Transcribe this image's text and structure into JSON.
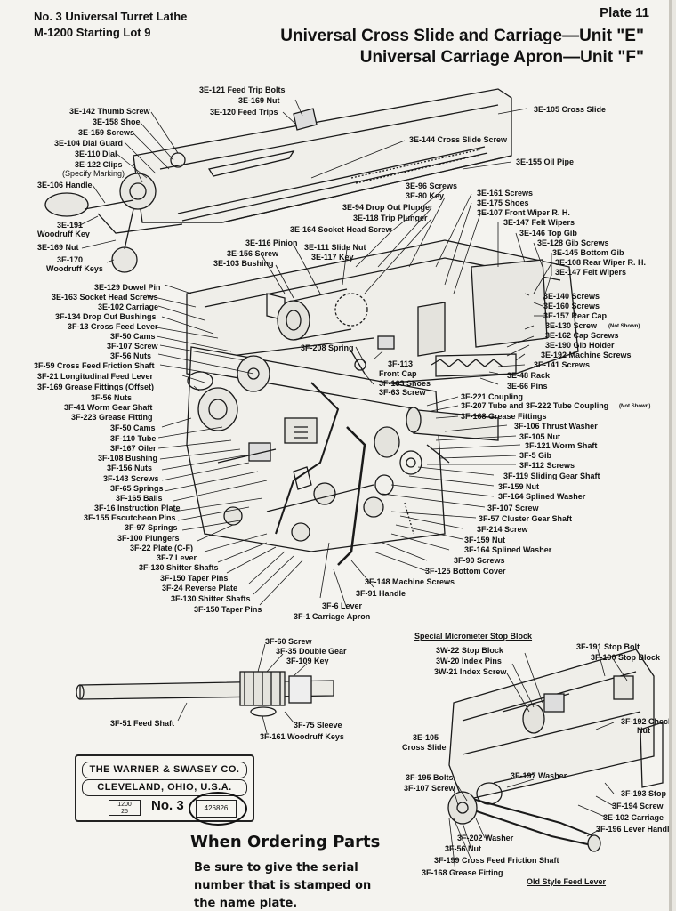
{
  "header": {
    "model": "No. 3 Universal Turret Lathe",
    "lot": "M-1200 Starting Lot 9",
    "plate": "Plate 11",
    "title1": "Universal Cross Slide and Carriage—Unit \"E\"",
    "title2": "Universal Carriage Apron—Unit \"F\""
  },
  "labels": {
    "l1": "3E-121 Feed Trip Bolts",
    "l2": "3E-169 Nut",
    "l3": "3E-120 Feed Trips",
    "l4": "3E-105 Cross Slide",
    "l5": "3E-142 Thumb Screw",
    "l6": "3E-158 Shoe",
    "l7": "3E-159 Screws",
    "l8": "3E-104 Dial Guard",
    "l9": "3E-110 Dial",
    "l10": "3E-122 Clips",
    "l11": "(Specify Marking)",
    "l12": "3E-144 Cross Slide Screw",
    "l13": "3E-155 Oil Pipe",
    "l14": "3E-106 Handle",
    "l15": "3E-96 Screws",
    "l16": "3E-80 Key",
    "l17": "3E-161 Screws",
    "l18": "3E-175 Shoes",
    "l19": "3E-94 Drop Out Plunger",
    "l20": "3E-107 Front Wiper R. H.",
    "l21": "3E-118 Trip Plunger",
    "l22": "3E-147 Felt Wipers",
    "l23": "3E-191",
    "l24": "Woodruff Key",
    "l25": "3E-164 Socket Head Screw",
    "l26": "3E-146 Top Gib",
    "l27": "3E-128 Gib Screws",
    "l28": "3E-169 Nut",
    "l29": "3E-116 Pinion",
    "l30": "3E-111 Slide Nut",
    "l31": "3E-145 Bottom Gib",
    "l32": "3E-170",
    "l33": "3E-156 Screw",
    "l34": "3E-117 Key",
    "l35": "3E-108 Rear Wiper R. H.",
    "l36": "Woodruff Keys",
    "l37": "3E-103 Bushing",
    "l38": "3E-147 Felt Wipers",
    "l39": "3E-129 Dowel Pin",
    "l40": "3E-163 Socket Head Screws",
    "l41": "3E-140 Screws",
    "l42": "3E-102 Carriage",
    "l43": "3E-160 Screws",
    "l44": "3F-134 Drop Out Bushings",
    "l45": "3E-157 Rear Cap",
    "l46": "3F-13 Cross Feed Lever",
    "l47": "3E-130 Screw",
    "l48": "(Not Shown)",
    "l49": "3F-50 Cams",
    "l50": "3E-162 Cap Screws",
    "l51": "3F-107 Screw",
    "l52": "3F-208 Spring",
    "l53": "3E-190 Gib Holder",
    "l54": "3F-56 Nuts",
    "l55": "3E-192 Machine Screws",
    "l56": "3F-59 Cross Feed Friction Shaft",
    "l57": "3F-113",
    "l58": "3E-141 Screws",
    "l59": "3F-21 Longitudinal Feed Lever",
    "l60": "Front Cap",
    "l61": "3E-48 Rack",
    "l62": "3F-169 Grease Fittings (Offset)",
    "l63": "3F-163 Shoes",
    "l64": "3E-66 Pins",
    "l65": "3F-63 Screw",
    "l66": "3F-221 Coupling",
    "l67": "3F-56 Nuts",
    "l68": "3F-207 Tube and 3F-222 Tube Coupling",
    "l69": "(Not Shown)",
    "l70": "3F-41 Worm Gear Shaft",
    "l71": "3F-168 Grease Fittings",
    "l72": "3F-223 Grease Fitting",
    "l73": "3F-106 Thrust Washer",
    "l74": "3F-50 Cams",
    "l75": "3F-105 Nut",
    "l76": "3F-110 Tube",
    "l77": "3F-121 Worm Shaft",
    "l78": "3F-167 Oiler",
    "l79": "3F-5 Gib",
    "l80": "3F-108 Bushing",
    "l81": "3F-112 Screws",
    "l82": "3F-156 Nuts",
    "l83": "3F-119 Sliding Gear Shaft",
    "l84": "3F-143 Screws",
    "l85": "3F-159 Nut",
    "l86": "3F-65 Springs",
    "l87": "3F-164 Splined Washer",
    "l88": "3F-165 Balls",
    "l89": "3F-107 Screw",
    "l90": "3F-16 Instruction Plate",
    "l91": "3F-57 Cluster Gear Shaft",
    "l92": "3F-155 Escutcheon Pins",
    "l93": "3F-214 Screw",
    "l94": "3F-97 Springs",
    "l95": "3F-159 Nut",
    "l96": "3F-100 Plungers",
    "l97": "3F-164 Splined Washer",
    "l98": "3F-22 Plate (C-F)",
    "l99": "3F-90 Screws",
    "l100": "3F-7 Lever",
    "l101": "3F-125 Bottom Cover",
    "l102": "3F-130 Shifter Shafts",
    "l103": "3F-148 Machine Screws",
    "l104": "3F-150 Taper Pins",
    "l105": "3F-24 Reverse Plate",
    "l106": "3F-91 Handle",
    "l107": "3F-130 Shifter Shafts",
    "l108": "3F-6 Lever",
    "l109": "3F-150 Taper Pins",
    "l110": "3F-1 Carriage Apron",
    "l111": "3F-60 Screw",
    "l112": "3F-35 Double Gear",
    "l113": "3F-109 Key",
    "l114": "3F-51 Feed Shaft",
    "l115": "3F-75 Sleeve",
    "l116": "3F-161 Woodruff Keys",
    "l117": "3W-22 Stop Block",
    "l118": "3F-191 Stop Bolt",
    "l119": "3W-20 Index Pins",
    "l120": "3F-190 Stop Block",
    "l121": "3W-21 Index Screw",
    "l122": "3F-192 Check",
    "l123": "Nut",
    "l124": "3E-105",
    "l125": "Cross Slide",
    "l126": "3F-195 Bolts",
    "l127": "3F-197 Washer",
    "l128": "3F-107 Screw",
    "l129": "3F-193 Stop",
    "l130": "3F-194 Screw",
    "l131": "3E-102 Carriage",
    "l132": "3F-196 Lever Handle",
    "l133": "3F-202 Washer",
    "l134": "3F-56 Nut",
    "l135": "3F-199 Cross Feed Friction Shaft",
    "l136": "3F-168 Grease Fitting"
  },
  "sections": {
    "micrometer": "Special Micrometer Stop Block",
    "old_style": "Old Style Feed Lever"
  },
  "nameplate": {
    "line1": "THE WARNER & SWASEY CO.",
    "line2": "CLEVELAND, OHIO, U.S.A.",
    "lot_top": "1200",
    "lot_bottom": "25",
    "model_no": "No. 3",
    "serial": "426826"
  },
  "ordering": {
    "heading": "When Ordering Parts",
    "line1": "Be sure to give the serial",
    "line2": "number that is stamped on",
    "line3": "the name plate."
  }
}
